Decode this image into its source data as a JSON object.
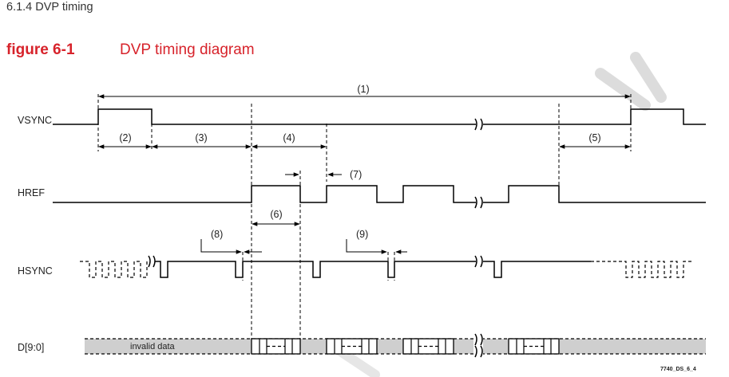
{
  "heading": "6.1.4  DVP timing",
  "figure": {
    "label": "figure 6-1",
    "title": "DVP timing diagram",
    "code": "7740_DS_6_4"
  },
  "signals": [
    "VSYNC",
    "HREF",
    "HSYNC",
    "D[9:0]"
  ],
  "data_label": "invalid data",
  "intervals": [
    "(1)",
    "(2)",
    "(3)",
    "(4)",
    "(5)",
    "(6)",
    "(7)",
    "(8)",
    "(9)"
  ],
  "colors": {
    "title_red": "#d7232b",
    "data_fill": "#cfcfcf",
    "watermark": "#dcdcdc"
  }
}
